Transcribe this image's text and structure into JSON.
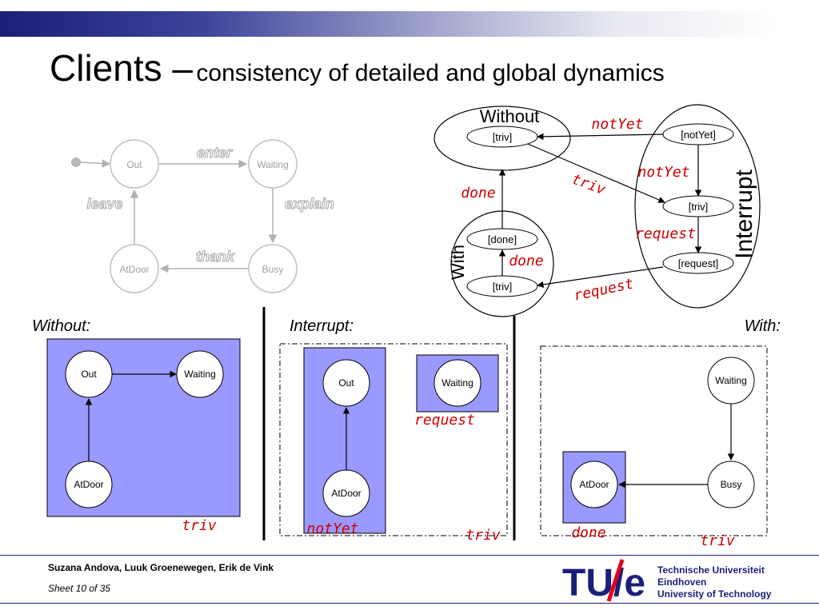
{
  "header": {
    "title_main": "Clients –",
    "title_sub": "consistency of detailed and global dynamics"
  },
  "top_left": {
    "states": [
      "Out",
      "Waiting",
      "Busy",
      "AtDoor"
    ],
    "transitions": [
      "enter",
      "explain",
      "thank",
      "leave"
    ]
  },
  "top_right": {
    "region_labels": [
      "Without",
      "With",
      "Interrupt"
    ],
    "nodes": [
      "[triv]",
      "[notYet]",
      "[triv]",
      "[request]",
      "[done]",
      "[triv]"
    ],
    "edge_labels": [
      "notYet",
      "triv",
      "notYet",
      "request",
      "done",
      "done",
      "request"
    ]
  },
  "panels": {
    "without": {
      "label": "Without:",
      "states": [
        "Out",
        "Waiting",
        "AtDoor"
      ],
      "tag": "triv"
    },
    "interrupt": {
      "label": "Interrupt:",
      "states": [
        "Out",
        "AtDoor",
        "Waiting"
      ],
      "tags": [
        "request",
        "notYet",
        "triv"
      ]
    },
    "with": {
      "label": "With:",
      "states": [
        "Waiting",
        "Busy",
        "AtDoor"
      ],
      "tags": [
        "done",
        "triv"
      ]
    }
  },
  "footer": {
    "authors": "Suzana Andova, Luuk Groenewegen, Erik de Vink",
    "sheet": "Sheet 10 of  35",
    "logo_text": "TU/e",
    "university": [
      "Technische Universiteit",
      "Eindhoven",
      "University of Technology"
    ]
  },
  "colors": {
    "accent": "#1a1f7a",
    "panel_fill": "#9999ff",
    "label_red": "#cc0000"
  }
}
